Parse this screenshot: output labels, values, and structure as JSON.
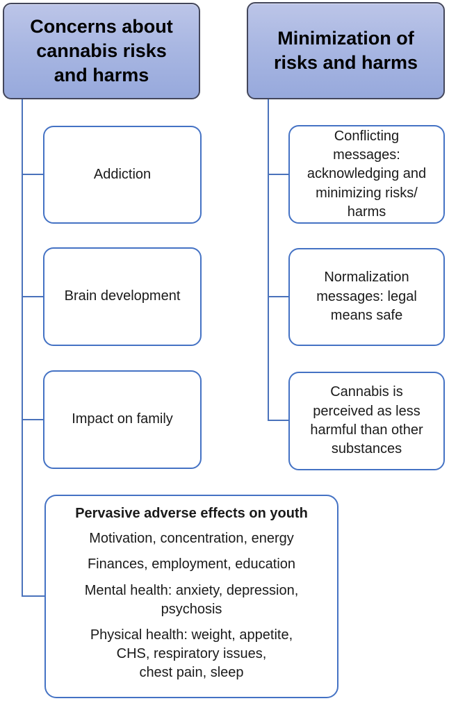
{
  "colors": {
    "header_fill": "#a9b7e2",
    "header_border": "#43465a",
    "node_border": "#4472c4",
    "connector": "#4a72bb",
    "text": "#000000"
  },
  "left_tree": {
    "header": "Concerns about\ncannabis risks\nand harms",
    "nodes": [
      "Addiction",
      "Brain development",
      "Impact on family"
    ],
    "youth_effects": {
      "title": "Pervasive adverse effects on youth",
      "items": [
        "Motivation, concentration, energy",
        "Finances, employment, education",
        "Mental health: anxiety, depression,\npsychosis",
        "Physical health: weight, appetite,\nCHS, respiratory issues,\nchest pain, sleep"
      ]
    }
  },
  "right_tree": {
    "header": "Minimization of\nrisks and harms",
    "nodes": [
      "Conflicting\nmessages:\nacknowledging and\nminimizing risks/\nharms",
      "Normalization\nmessages: legal\nmeans safe",
      "Cannabis is\nperceived as less\nharmful than other\nsubstances"
    ]
  }
}
